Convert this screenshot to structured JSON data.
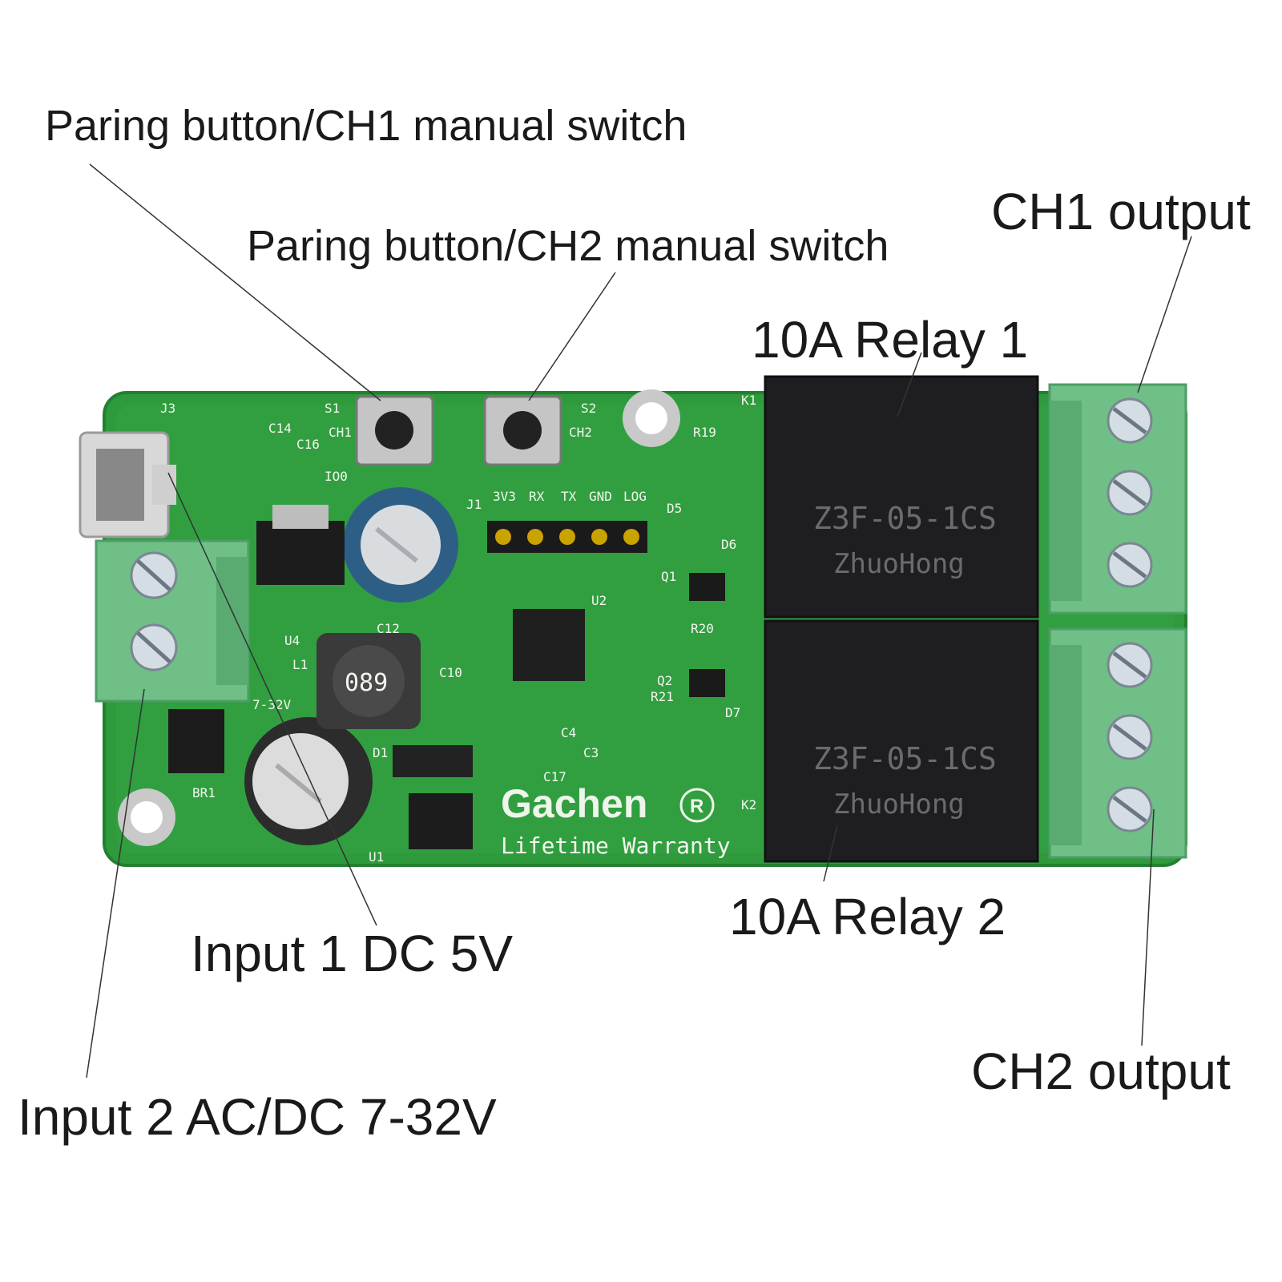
{
  "callouts": {
    "pair_ch1": "Paring button/CH1 manual switch",
    "pair_ch2": "Paring button/CH2 manual switch",
    "ch1_output": "CH1 output",
    "relay1": "10A Relay 1",
    "relay2": "10A Relay 2",
    "input1": "Input 1 DC 5V",
    "input2": "Input 2 AC/DC 7-32V",
    "ch2_output": "CH2 output"
  },
  "board": {
    "brand": "Gachen",
    "registered": "R",
    "warranty": "Lifetime Warranty",
    "relay_model": "Z3F-05-1CS",
    "relay_maker": "ZhuoHong",
    "inductor_code": "089",
    "voltage_label": "7-32V",
    "silkscreen": {
      "j3": "J3",
      "s1": "S1",
      "ch1": "CH1",
      "s2": "S2",
      "ch2": "CH2",
      "k1": "K1",
      "k2": "K2",
      "c14": "C14",
      "c16": "C16",
      "io0": "IO0",
      "r19": "R19",
      "d5": "D5",
      "d6": "D6",
      "d7": "D7",
      "q1": "Q1",
      "q2": "Q2",
      "r20": "R20",
      "r21": "R21",
      "u2": "U2",
      "u4": "U4",
      "l1": "L1",
      "c12": "C12",
      "c10": "C10",
      "c17": "C17",
      "c3": "C3",
      "c4": "C4",
      "d1": "D1",
      "br1": "BR1",
      "u1": "U1",
      "j1": "J1",
      "pin_3v3": "3V3",
      "pin_rx": "RX",
      "pin_tx": "TX",
      "pin_gnd": "GND",
      "pin_log": "LOG"
    }
  },
  "colors": {
    "pcb": "#2f9a3c",
    "pcb_dark": "#1f7a2c",
    "terminal": "#6fbf86",
    "relay": "#1e1e22",
    "text": "#1a1a1a"
  }
}
